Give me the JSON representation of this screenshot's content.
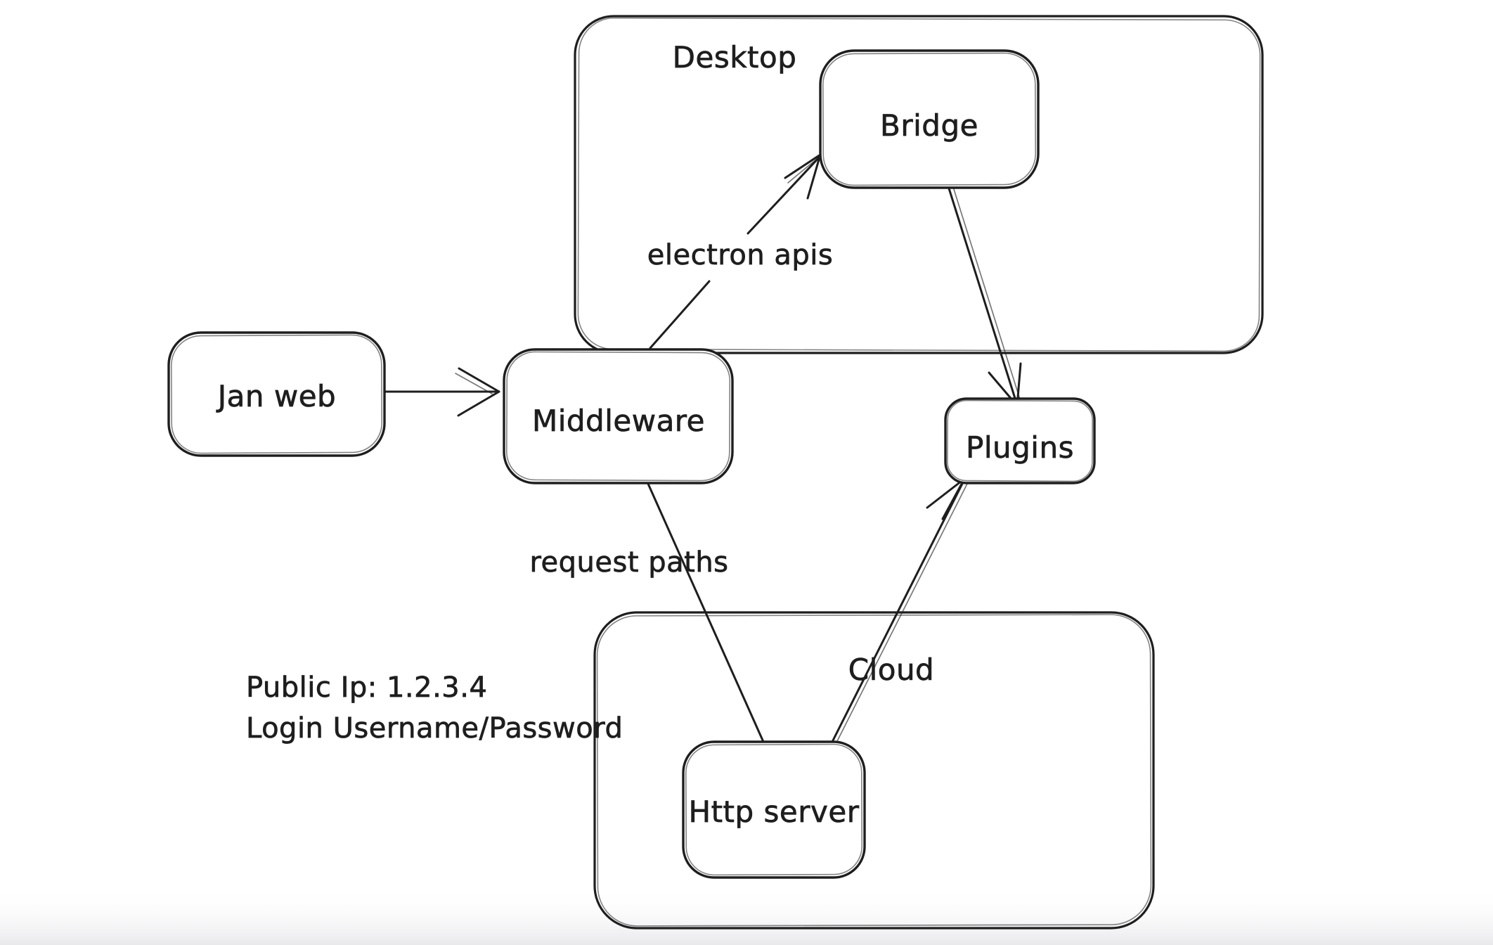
{
  "canvas": {
    "background": "#ffffff",
    "stroke_color": "#1e1e1e"
  },
  "diagram": {
    "containers": [
      {
        "id": "desktop",
        "label": "Desktop"
      },
      {
        "id": "cloud",
        "label": "Cloud"
      }
    ],
    "nodes": [
      {
        "id": "jan-web",
        "label": "Jan web"
      },
      {
        "id": "middleware",
        "label": "Middleware"
      },
      {
        "id": "bridge",
        "label": "Bridge"
      },
      {
        "id": "plugins",
        "label": "Plugins"
      },
      {
        "id": "http-server",
        "label": "Http server"
      }
    ],
    "edges": [
      {
        "id": "jan-web-to-middleware",
        "from": "Jan web",
        "to": "Middleware",
        "label": "",
        "arrowhead": "arrow"
      },
      {
        "id": "middleware-to-bridge",
        "from": "Middleware",
        "to": "Bridge",
        "label": "electron apis",
        "arrowhead": "arrow"
      },
      {
        "id": "bridge-to-plugins",
        "from": "Bridge",
        "to": "Plugins",
        "label": "",
        "arrowhead": "arrow"
      },
      {
        "id": "middleware-to-http-server",
        "from": "Middleware",
        "to": "Http server",
        "label": "request paths",
        "arrowhead": "none"
      },
      {
        "id": "http-server-to-plugins",
        "from": "Http server",
        "to": "Plugins",
        "label": "",
        "arrowhead": "arrow"
      }
    ],
    "annotations": [
      {
        "id": "public-ip",
        "text": "Public Ip: 1.2.3.4"
      },
      {
        "id": "login",
        "text": "Login Username/Password"
      }
    ]
  }
}
